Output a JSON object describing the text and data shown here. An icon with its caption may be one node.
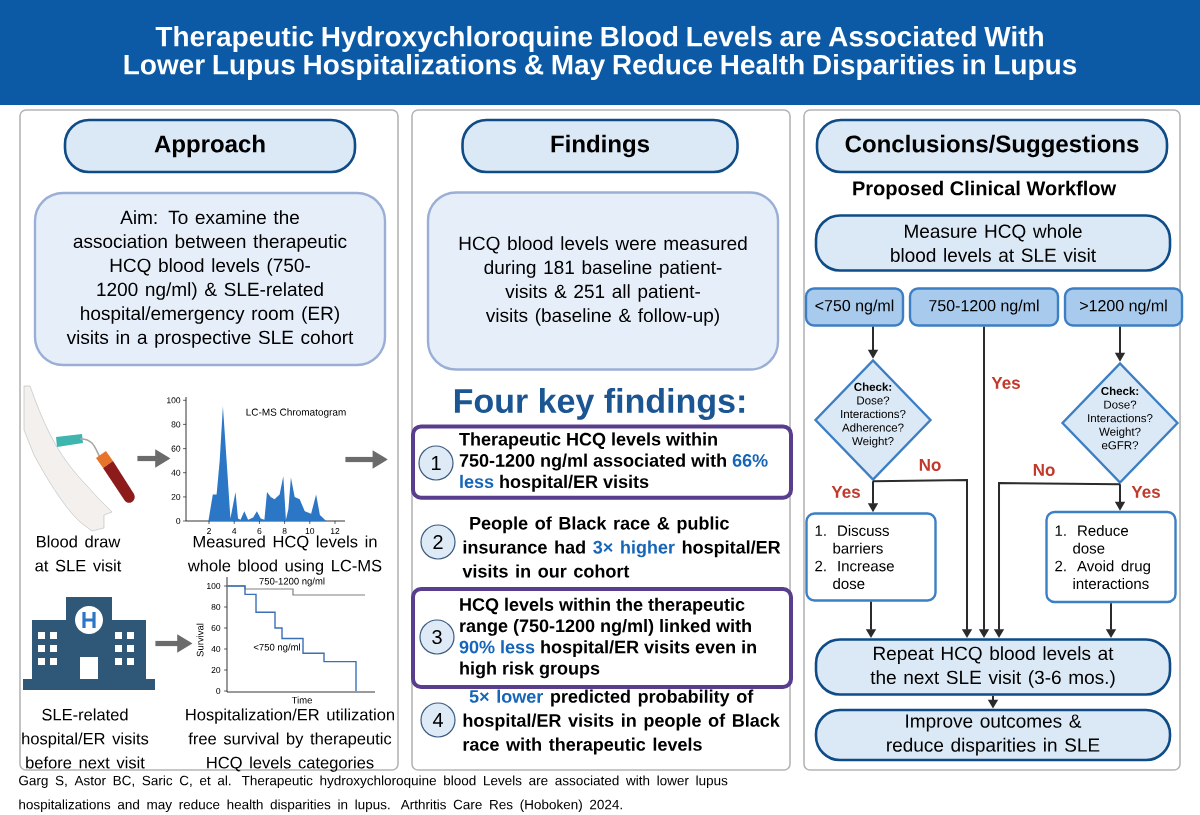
{
  "diagram": {
    "title": "Therapeutic Hydroxychloroquine Blood Levels are Associated With Lower Lupus Hospitalizations & May Reduce Health Disparities in Lupus",
    "caption": "Garg S, Astor BC, Saric C, et al. Therapeutic hydroxychloroquine blood Levels are associated with lower lupus hospitalizations and may reduce health disparities in lupus. Arthritis Care Res (Hoboken) 2024.",
    "nodes": [
      {
        "text": [],
        "shape": "box"
      },
      {
        "text": [
          "Approach"
        ],
        "in": 0
      },
      {
        "text": [
          "Aim: To examine the association between therapeutic HCQ blood levels (750-1200 ng/ml) & SLE-related hospital/emergency room (ER) visits in a prospective SLE cohort"
        ],
        "in": 0
      },
      {
        "text": [],
        "shape": "picture",
        "beside": [
          "Blood draw at SLE visit"
        ],
        "in": 0
      },
      {
        "text": [],
        "shape": "picture",
        "beside": [
          "Measured HCQ levels in whole blood using LC-MS"
        ],
        "in": 0
      },
      {
        "text": [],
        "shape": "picture",
        "beside": [
          "SLE-related hospital/ER visits before next visit"
        ],
        "in": 0
      },
      {
        "text": [],
        "shape": "picture",
        "beside": [
          "Hospitalization/ER utilization free survival by therapeutic HCQ levels categories"
        ],
        "in": 0
      },
      {
        "text": [],
        "shape": "box"
      },
      {
        "text": [
          "Findings"
        ],
        "in": 7
      },
      {
        "text": [
          "HCQ blood levels were measured during 181 baseline patient-visits & 251 all patient-visits (baseline & follow-up)"
        ],
        "in": 7
      },
      {
        "text": [
          "Therapeutic HCQ levels within 750-1200 ng/ml associated with **66% less** hospital/ER visits"
        ],
        "in": 7
      },
      {
        "text": [
          "1"
        ],
        "in": 10
      },
      {
        "text": [
          "2"
        ],
        "beside": [
          "People of Black race & public insurance had **3× higher** hospital/ER visits in our cohort"
        ],
        "in": 7
      },
      {
        "text": [
          "HCQ levels within the therapeutic range (750-1200 ng/ml) linked with **90% less** hospital/ER visits even in high risk groups"
        ],
        "in": 7
      },
      {
        "text": [
          "3"
        ],
        "in": 13
      },
      {
        "text": [
          "4"
        ],
        "beside": [
          "**5× lower** predicted probability of hospital/ER visits in people of Black race with therapeutic levels"
        ],
        "in": 7
      },
      {
        "text": [],
        "shape": "box"
      },
      {
        "text": [
          "Conclusions/Suggestions"
        ],
        "in": 16
      },
      {
        "text": [
          "Measure HCQ whole blood levels at SLE visit"
        ],
        "in": 16
      },
      {
        "text": [
          "<750 ng/ml"
        ],
        "in": 16
      },
      {
        "text": [
          "750-1200 ng/ml"
        ],
        "in": 16
      },
      {
        "text": [
          ">1200 ng/ml"
        ],
        "in": 16
      },
      {
        "text": [
          "Check:",
          "Dose? Interactions? Adherence? Weight?"
        ],
        "in": 16
      },
      {
        "text": [
          "Check:",
          "Dose? Interactions? Weight? eGFR?"
        ],
        "in": 16
      },
      {
        "text": [
          "1. Discuss barriers",
          "2. Increase dose"
        ],
        "in": 16
      },
      {
        "text": [
          "1. Reduce dose",
          "2. Avoid drug interactions"
        ],
        "in": 16
      },
      {
        "text": [
          "Repeat HCQ blood levels at the next SLE visit (3-6 mos.)"
        ],
        "in": 16
      },
      {
        "text": [
          "Improve outcomes & reduce disparities in SLE"
        ],
        "in": 16
      }
    ],
    "edges": [
      {
        "from": 3,
        "to": 4,
        "arrow": "to",
        "style": "thick",
        "color": "#6b6b6b"
      },
      {
        "from": 4,
        "to": null,
        "arrow": "to",
        "style": "thick",
        "color": "#6b6b6b"
      },
      {
        "from": 5,
        "to": 6,
        "arrow": "to",
        "style": "thick",
        "color": "#6b6b6b"
      },
      {
        "from": 19,
        "to": 22,
        "arrow": "to"
      },
      {
        "from": 21,
        "to": 23,
        "arrow": "to"
      },
      {
        "from": 22,
        "to": 24,
        "arrow": "to",
        "label": "Yes"
      },
      {
        "from": 22,
        "to": 26,
        "arrow": "to",
        "label": "No"
      },
      {
        "from": 20,
        "to": 26,
        "arrow": "to",
        "label": "Yes"
      },
      {
        "from": 23,
        "to": 26,
        "arrow": "to",
        "label": "No"
      },
      {
        "from": 23,
        "to": 25,
        "arrow": "to",
        "label": "Yes"
      },
      {
        "from": 24,
        "to": 26,
        "arrow": "to"
      },
      {
        "from": 25,
        "to": 26,
        "arrow": "to"
      },
      {
        "from": 26,
        "to": 27,
        "arrow": "to"
      }
    ],
    "labels": [
      "LC-MS Chromatogram",
      "100",
      "80",
      "60",
      "40",
      "20",
      "0",
      "2",
      "4",
      "6",
      "8",
      "10",
      "12",
      "750-1200 ng/ml",
      "<750 ng/ml",
      "Survival",
      "Time",
      "100",
      "80",
      "60",
      "40",
      "20",
      "0",
      "Four key findings:",
      "Proposed Clinical Workflow"
    ]
  }
}
